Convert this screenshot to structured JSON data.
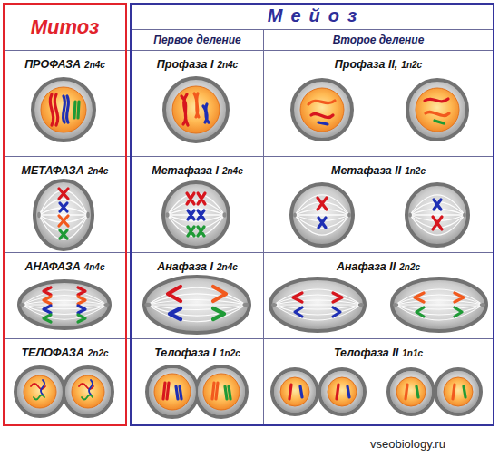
{
  "diagram": {
    "nodes": [
      {
        "text": [
          "Митоз"
        ]
      },
      {
        "text": [
          "ПРОФАЗА",
          "2n4c"
        ],
        "in": 0
      },
      {
        "text": [
          "МЕТАФАЗА",
          "2n4c"
        ],
        "in": 0
      },
      {
        "text": [
          "АНАФАЗА",
          "4n4c"
        ],
        "in": 0
      },
      {
        "text": [
          "ТЕЛОФАЗА",
          "2n2c"
        ],
        "in": 0
      },
      {
        "text": [
          "Мейоз"
        ]
      },
      {
        "text": [
          "Первое деление"
        ],
        "in": 5
      },
      {
        "text": [
          "Второе деление"
        ],
        "in": 5
      },
      {
        "text": [
          "Профаза I",
          "2n4c"
        ],
        "in": 5
      },
      {
        "text": [
          "Метафаза I",
          "2n4c"
        ],
        "in": 5
      },
      {
        "text": [
          "Анафаза I",
          "2n4c"
        ],
        "in": 5
      },
      {
        "text": [
          "Телофаза I",
          "1n2c"
        ],
        "in": 5
      },
      {
        "text": [
          "Профаза II,",
          "1n2c"
        ],
        "in": 5
      },
      {
        "text": [
          "Метафаза II",
          "1n2c"
        ],
        "in": 5
      },
      {
        "text": [
          "Анафаза II",
          "2n2c"
        ],
        "in": 5
      },
      {
        "text": [
          "Телофаза II",
          "1n1c"
        ],
        "in": 5
      }
    ],
    "labels": [
      "vseobiology.ru"
    ]
  }
}
